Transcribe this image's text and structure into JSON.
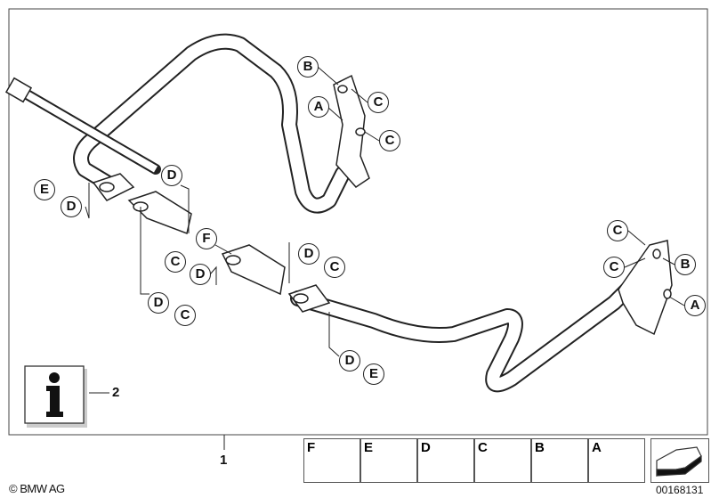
{
  "diagram": {
    "callouts": [
      "B",
      "A",
      "C",
      "C",
      "D",
      "E",
      "D",
      "F",
      "C",
      "D",
      "D",
      "C",
      "D",
      "C",
      "D",
      "E",
      "C",
      "C",
      "B",
      "A"
    ],
    "part_numbers": {
      "main": "1",
      "info": "2"
    },
    "info_icon": "info-icon",
    "legend": [
      {
        "letter": "F",
        "icon": "sealing-ring-icon"
      },
      {
        "letter": "E",
        "icon": "socket-head-screw-icon"
      },
      {
        "letter": "D",
        "icon": "washer-icon"
      },
      {
        "letter": "C",
        "icon": "hex-nut-icon"
      },
      {
        "letter": "B",
        "icon": "torx-short-screw-icon"
      },
      {
        "letter": "A",
        "icon": "torx-long-screw-icon"
      }
    ],
    "copyright": "© BMW AG",
    "diagram_id": "00168131"
  }
}
